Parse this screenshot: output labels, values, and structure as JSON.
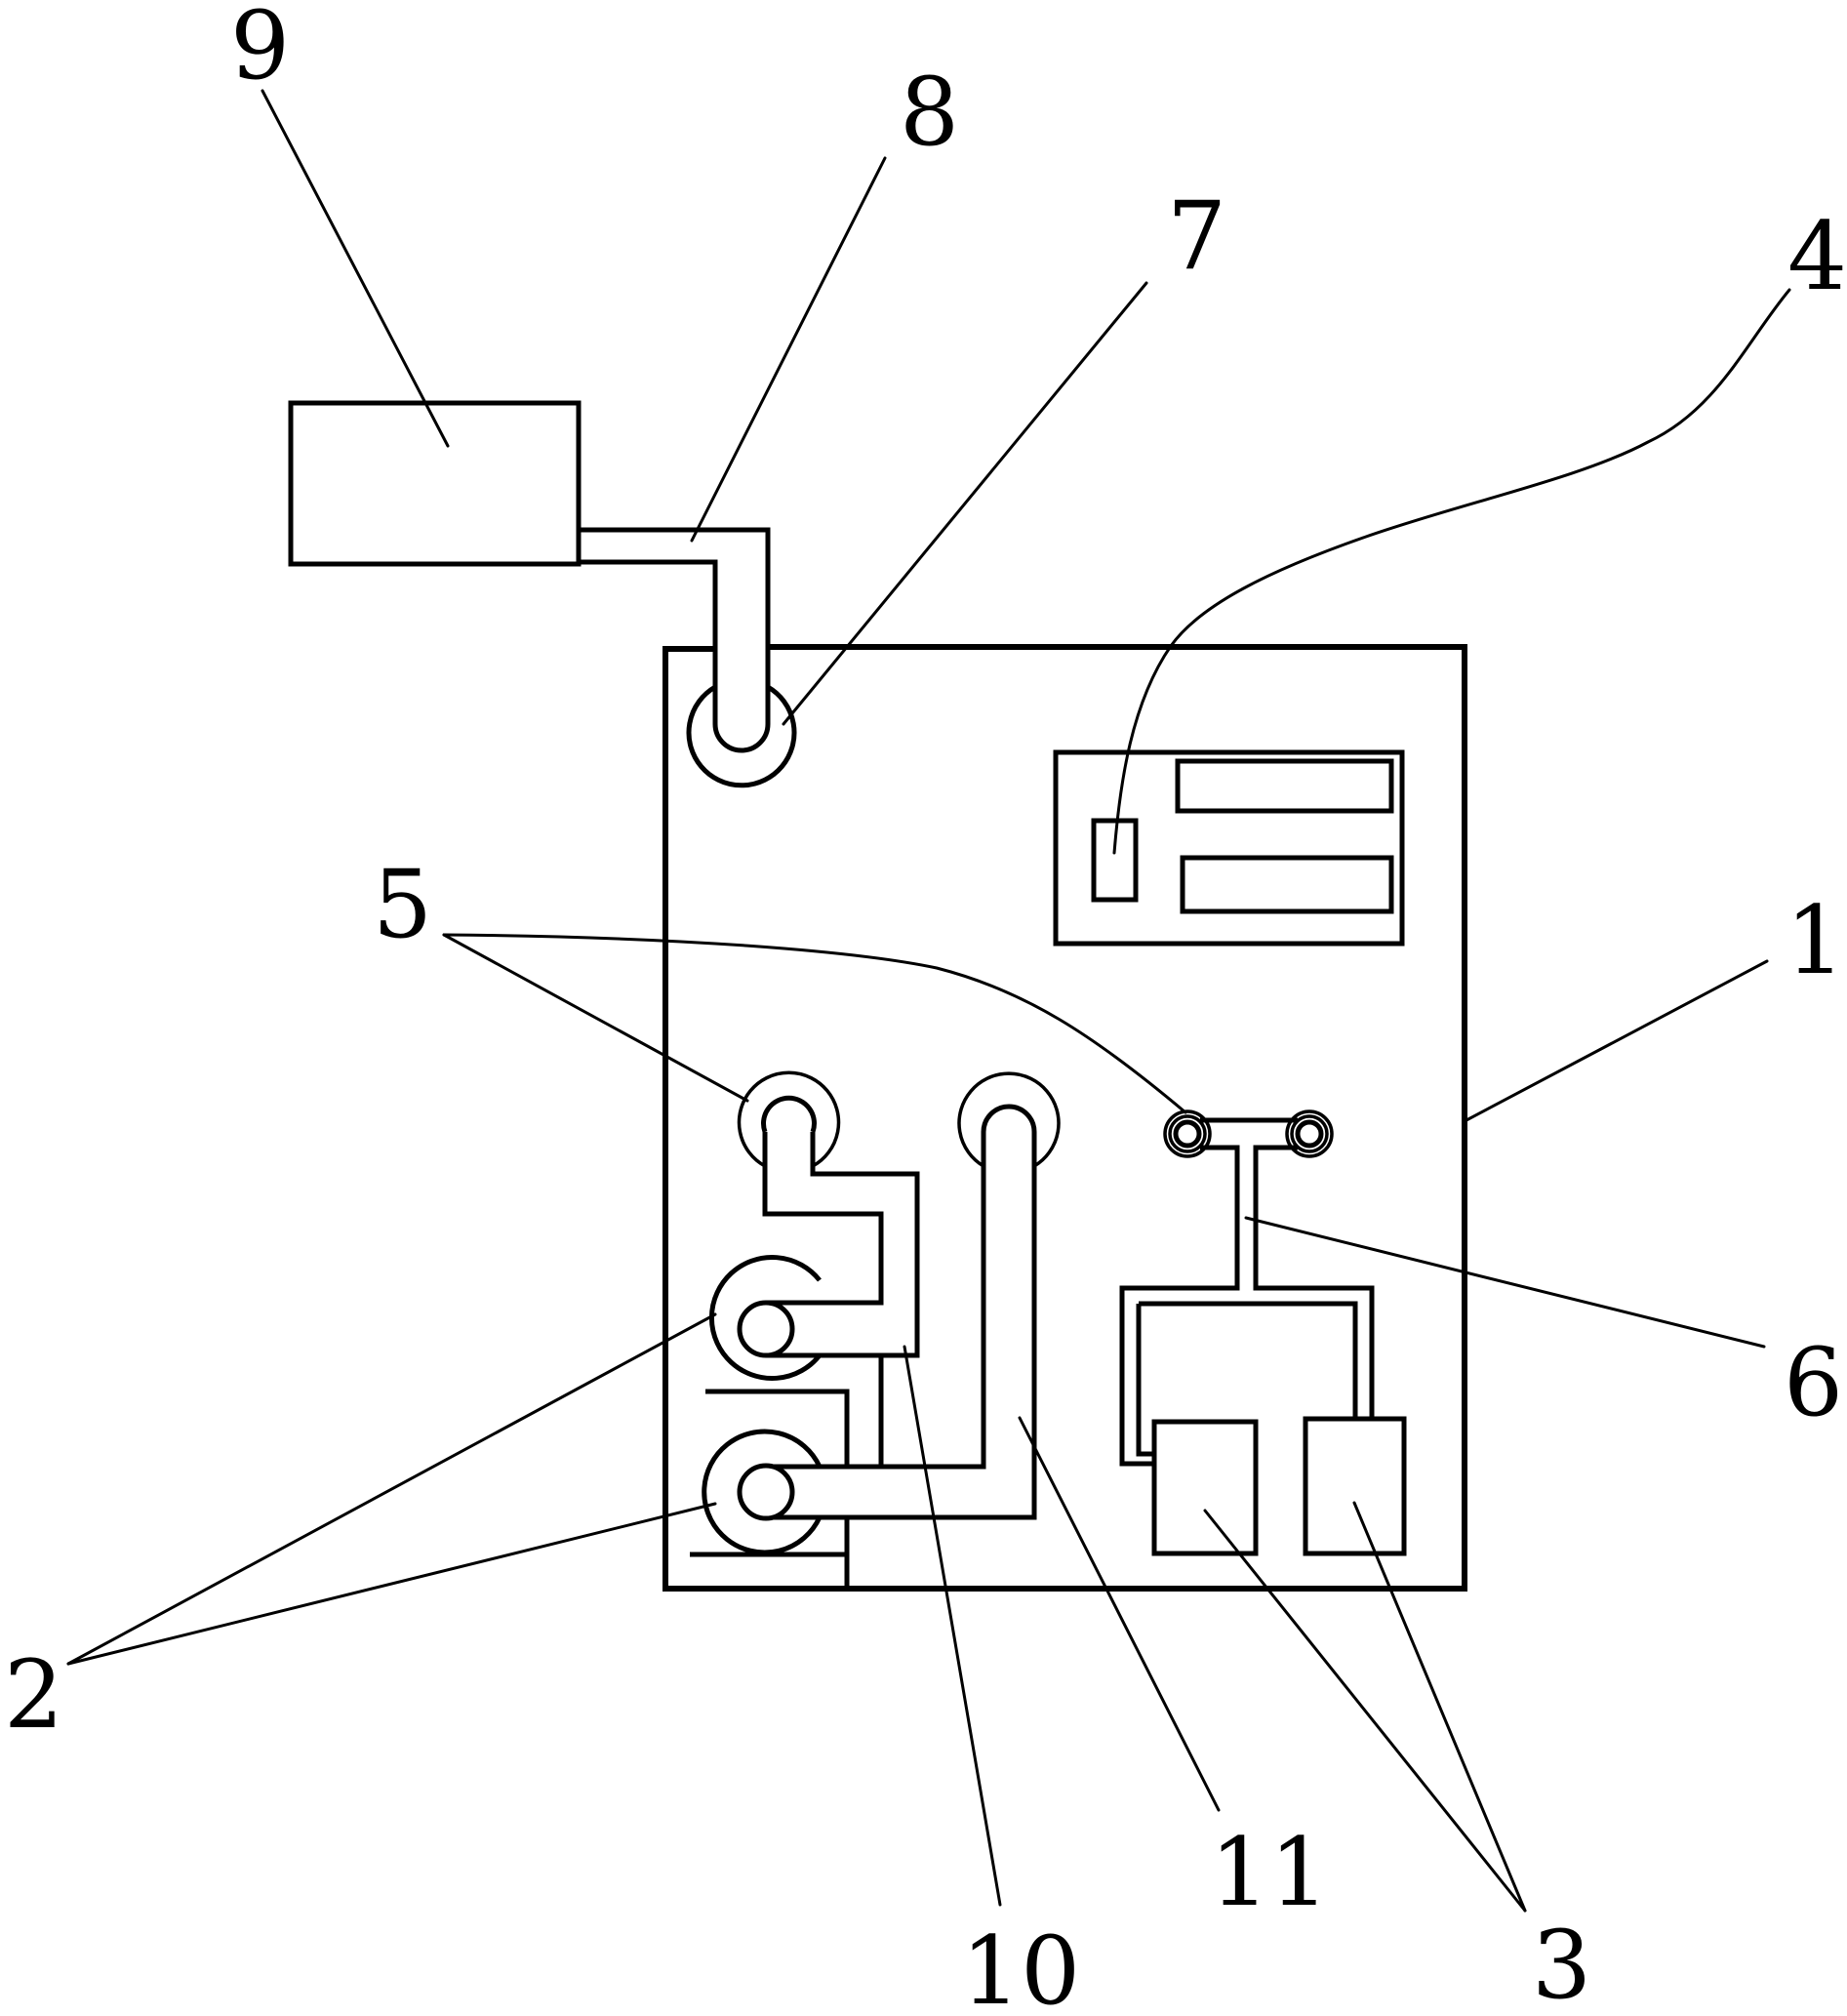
{
  "figure": {
    "type": "patent line drawing",
    "colors": {
      "stroke": "#000000",
      "background": "#ffffff"
    },
    "labels": {
      "main_body": "1",
      "nozzle_pair": "2",
      "component_pair": "3",
      "control_panel": "4",
      "upper_nozzles": "5",
      "t_connector": "6",
      "inlet_fitting": "7",
      "inlet_pipe": "8",
      "tank": "9",
      "pipe_10": "10",
      "pipe_11": "11"
    }
  }
}
